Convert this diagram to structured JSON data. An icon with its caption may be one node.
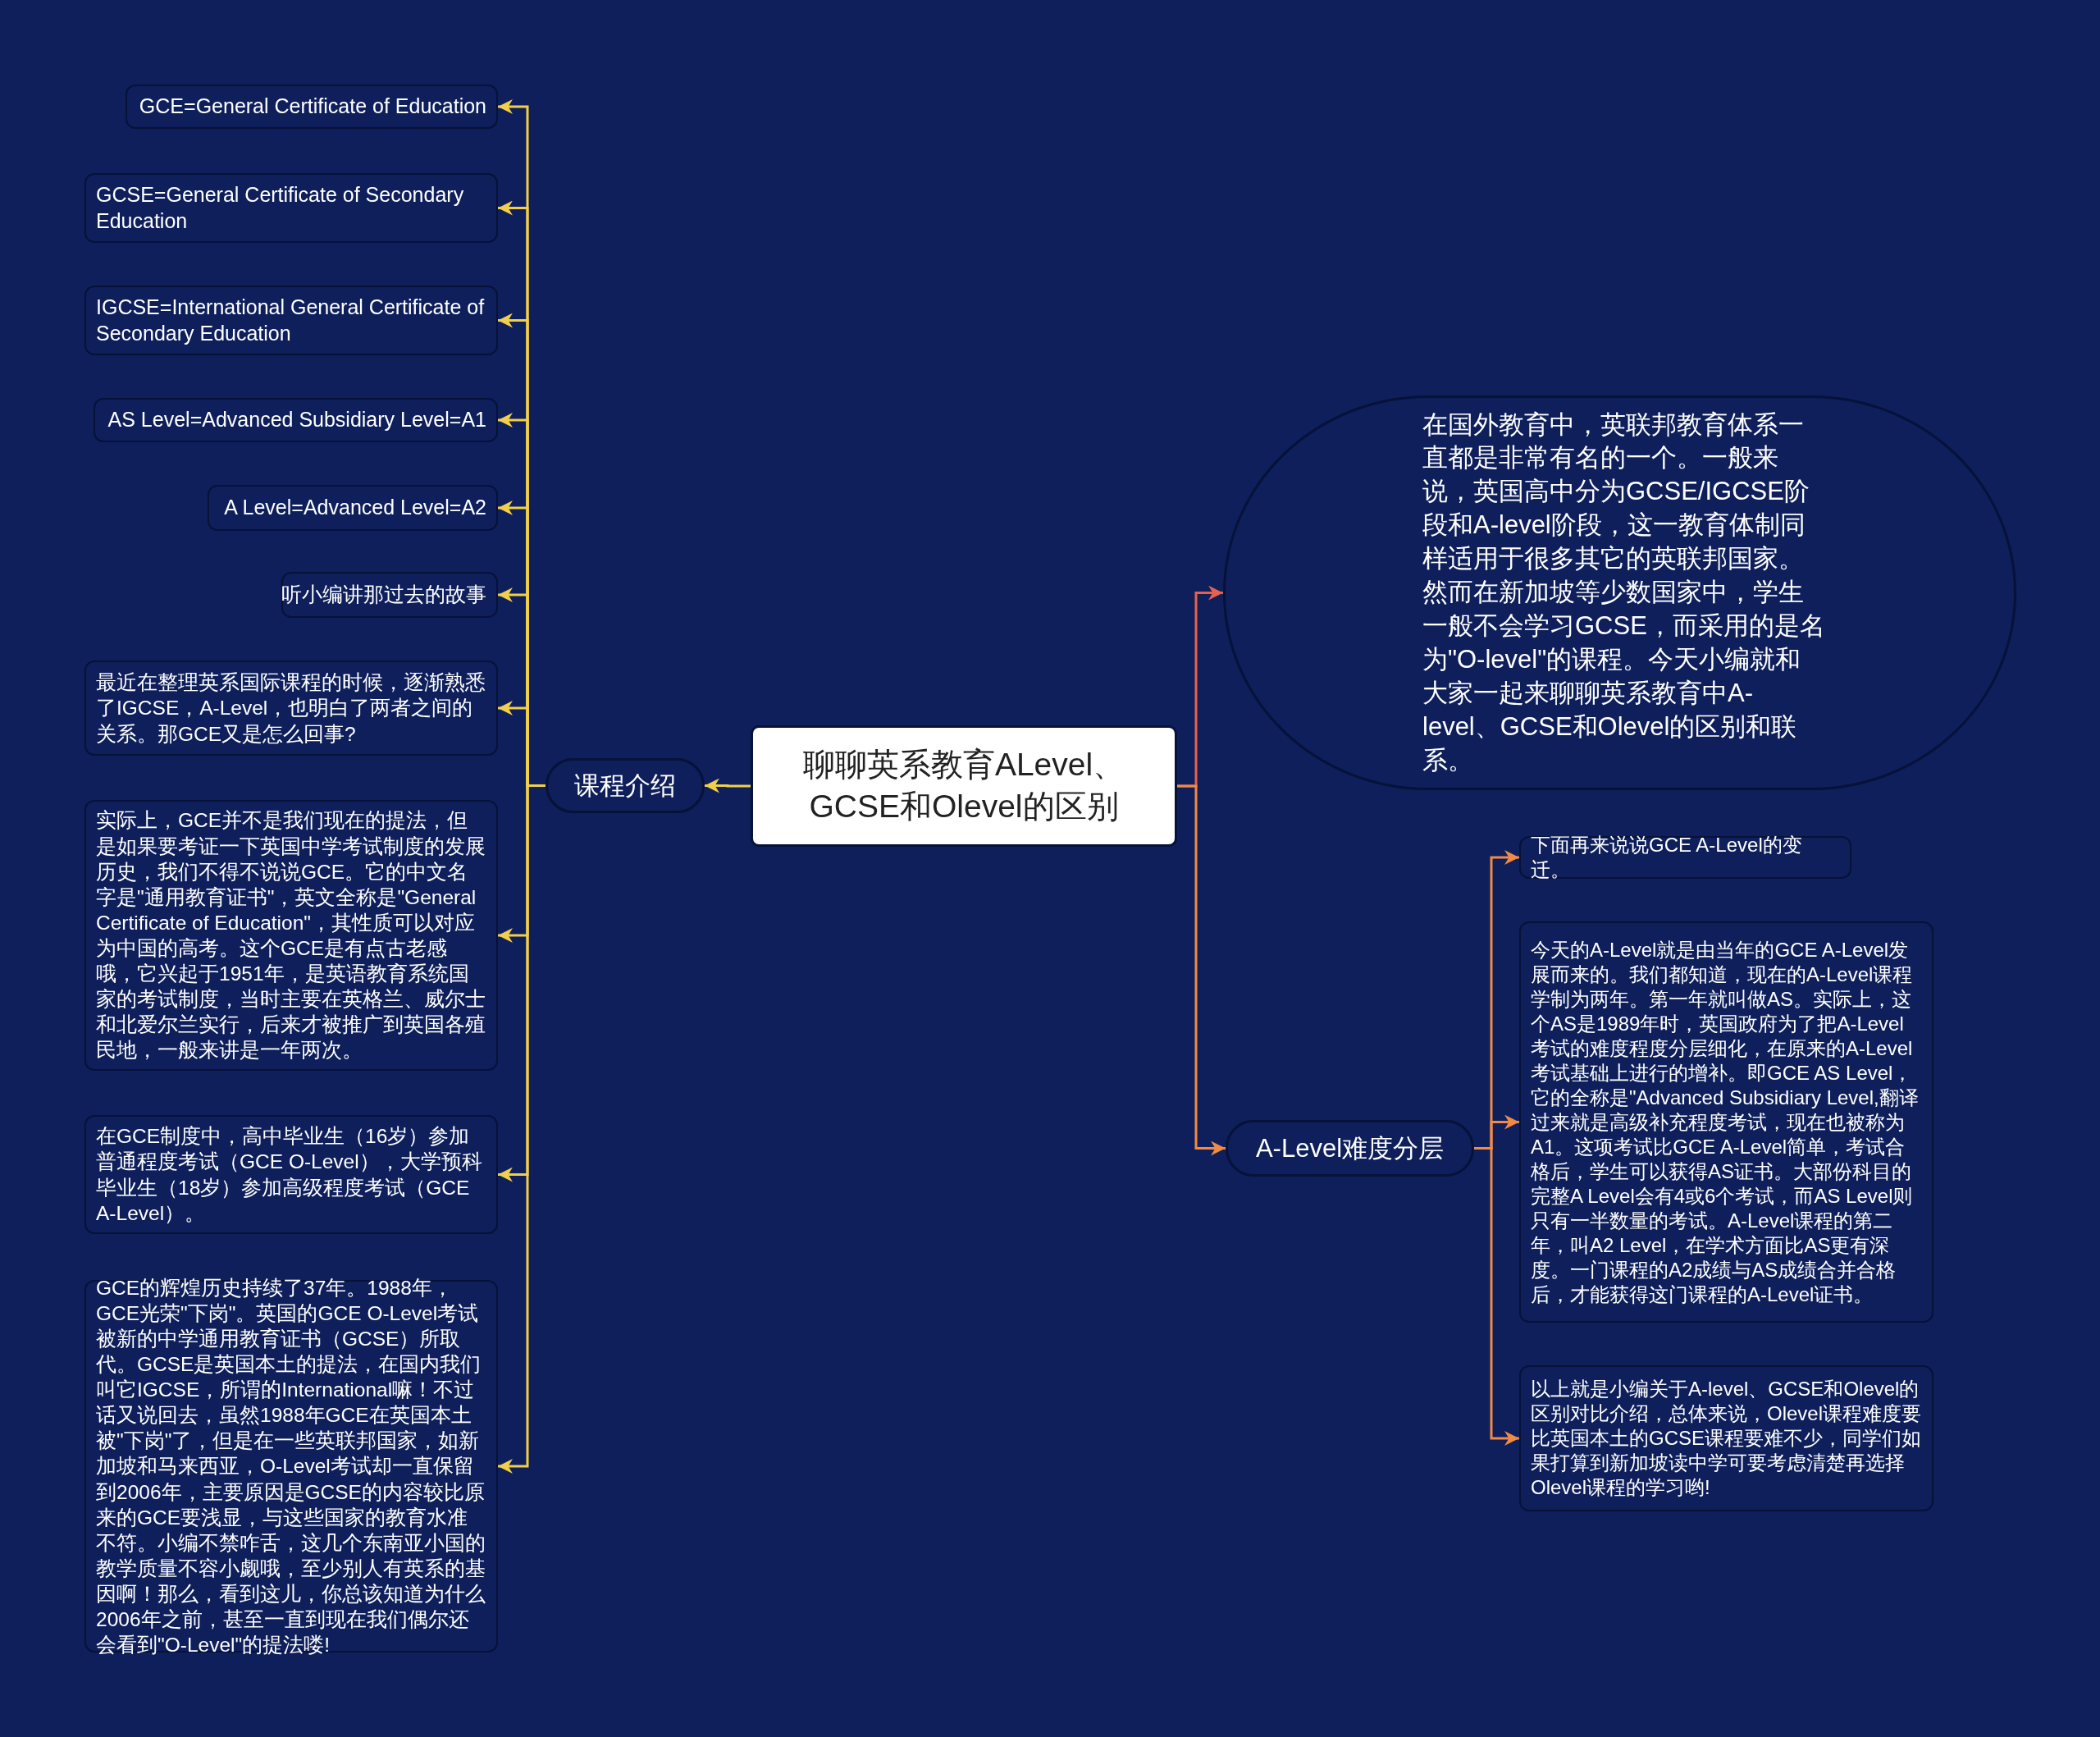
{
  "diagram": {
    "nodes": [
      {
        "text": [
          "聊聊英系教育ALevel、GCSE和Olevel的区别"
        ]
      },
      {
        "text": [
          "课程介绍"
        ]
      },
      {
        "text": [
          "GCE=General Certificate of Education"
        ]
      },
      {
        "text": [
          "GCSE=General Certificate of Secondary Education"
        ]
      },
      {
        "text": [
          "IGCSE=International General Certificate of Secondary Education"
        ]
      },
      {
        "text": [
          "AS Level=Advanced Subsidiary Level=A1"
        ]
      },
      {
        "text": [
          "A Level=Advanced Level=A2"
        ]
      },
      {
        "text": [
          "听小编讲那过去的故事"
        ]
      },
      {
        "text": [
          "最近在整理英系国际课程的时候，逐渐熟悉了IGCSE，A-Level，也明白了两者之间的关系。那GCE又是怎么回事?"
        ]
      },
      {
        "text": [
          "实际上，GCE并不是我们现在的提法，但是如果要考证一下英国中学考试制度的发展历史，我们不得不说说GCE。它的中文名字是\"通用教育证书\"，英文全称是\"General Certificate of Education\"，其性质可以对应为中国的高考。这个GCE是有点古老感哦，它兴起于1951年，是英语教育系统国家的考试制度，当时主要在英格兰、威尔士和北爱尔兰实行，后来才被推广到英国各殖民地，一般来讲是一年两次。"
        ]
      },
      {
        "text": [
          "在GCE制度中，高中毕业生（16岁）参加普通程度考试（GCE O-Level），大学预科毕业生（18岁）参加高级程度考试（GCE A-Level）。"
        ]
      },
      {
        "text": [
          "GCE的辉煌历史持续了37年。1988年，GCE光荣\"下岗\"。英国的GCE O-Level考试被新的中学通用教育证书（GCSE）所取代。GCSE是英国本土的提法，在国内我们叫它IGCSE，所谓的International嘛！不过话又说回去，虽然1988年GCE在英国本土被\"下岗\"了，但是在一些英联邦国家，如新加坡和马来西亚，O-Level考试却一直保留到2006年，主要原因是GCSE的内容较比原来的GCE要浅显，与这些国家的教育水准不符。小编不禁咋舌，这几个东南亚小国的教学质量不容小觑哦，至少别人有英系的基因啊！那么，看到这儿，你总该知道为什么2006年之前，甚至一直到现在我们偶尔还会看到\"O-Level\"的提法喽!"
        ]
      },
      {
        "text": [
          "在国外教育中，英联邦教育体系一直都是非常有名的一个。一般来说，英国高中分为GCSE/IGCSE阶段和A-level阶段，这一教育体制同样适用于很多其它的英联邦国家。然而在新加坡等少数国家中，学生一般不会学习GCSE，而采用的是名为\"O-level\"的课程。今天小编就和大家一起来聊聊英系教育中A-level、GCSE和Olevel的区别和联系。"
        ]
      },
      {
        "text": [
          "A-Level难度分层"
        ]
      },
      {
        "text": [
          "下面再来说说GCE A-Level的变迁。"
        ]
      },
      {
        "text": [
          "今天的A-Level就是由当年的GCE A-Level发展而来的。我们都知道，现在的A-Level课程学制为两年。第一年就叫做AS。实际上，这个AS是1989年时，英国政府为了把A-Level考试的难度程度分层细化，在原来的A-Level考试基础上进行的增补。即GCE AS Level，它的全称是\"Advanced Subsidiary Level,翻译过来就是高级补充程度考试，现在也被称为A1。这项考试比GCE A-Level简单，考试合格后，学生可以获得AS证书。大部份科目的完整A Level会有4或6个考试，而AS Level则只有一半数量的考试。A-Level课程的第二年，叫A2 Level，在学术方面比AS更有深度。一门课程的A2成绩与AS成绩合并合格后，才能获得这门课程的A-Level证书。"
        ]
      },
      {
        "text": [
          "以上就是小编关于A-level、GCSE和Olevel的区别对比介绍，总体来说，Olevel课程难度要比英国本土的GCSE课程要难不少，同学们如果打算到新加坡读中学可要考虑清楚再选择Olevel课程的学习哟!"
        ]
      }
    ],
    "edges": [
      {
        "from": 0,
        "to": 1,
        "arrow": "to"
      },
      {
        "from": 1,
        "to": 2,
        "arrow": "to"
      },
      {
        "from": 1,
        "to": 3,
        "arrow": "to"
      },
      {
        "from": 1,
        "to": 4,
        "arrow": "to"
      },
      {
        "from": 1,
        "to": 5,
        "arrow": "to"
      },
      {
        "from": 1,
        "to": 6,
        "arrow": "to"
      },
      {
        "from": 1,
        "to": 7,
        "arrow": "to"
      },
      {
        "from": 1,
        "to": 8,
        "arrow": "to"
      },
      {
        "from": 1,
        "to": 9,
        "arrow": "to"
      },
      {
        "from": 1,
        "to": 10,
        "arrow": "to"
      },
      {
        "from": 1,
        "to": 11,
        "arrow": "to"
      },
      {
        "from": 0,
        "to": 12,
        "arrow": "to",
        "color": "#e8604f"
      },
      {
        "from": 0,
        "to": 13,
        "arrow": "to",
        "color": "#f08a45"
      },
      {
        "from": 13,
        "to": 14,
        "arrow": "to",
        "color": "#f08a45"
      },
      {
        "from": 13,
        "to": 15,
        "arrow": "to",
        "color": "#f08a45"
      },
      {
        "from": 13,
        "to": 16,
        "arrow": "to",
        "color": "#f08a45"
      }
    ]
  }
}
